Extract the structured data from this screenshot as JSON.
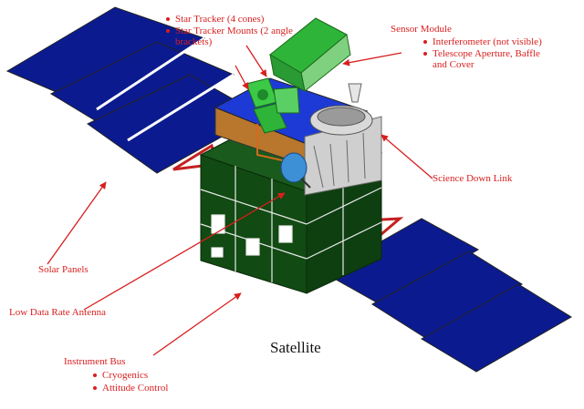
{
  "caption": "Satellite",
  "colors": {
    "label": "#d81e1e",
    "panel": "#0b1b8f",
    "bus": "#114a12",
    "module_top": "#1d3ad6",
    "module_side": "#b8772d",
    "star_tracker": "#2fb43a",
    "telescope": "#c9c9c9",
    "antenna": "#3d8fd6"
  },
  "labels": {
    "star_tracker": "Star Tracker (4 cones)",
    "star_tracker_mounts": "Star Tracker Mounts (2 angle brackets)",
    "sensor_module": {
      "title": "Sensor Module",
      "items": [
        "Interferometer (not visible)",
        "Telescope Aperture, Baffle and Cover"
      ]
    },
    "science_down_link": "Science Down Link",
    "solar_panels": "Solar Panels",
    "low_data_rate_antenna": "Low Data Rate Antenna",
    "instrument_bus": {
      "title": "Instrument Bus",
      "items": [
        "Cryogenics",
        "Attitude Control"
      ]
    }
  }
}
